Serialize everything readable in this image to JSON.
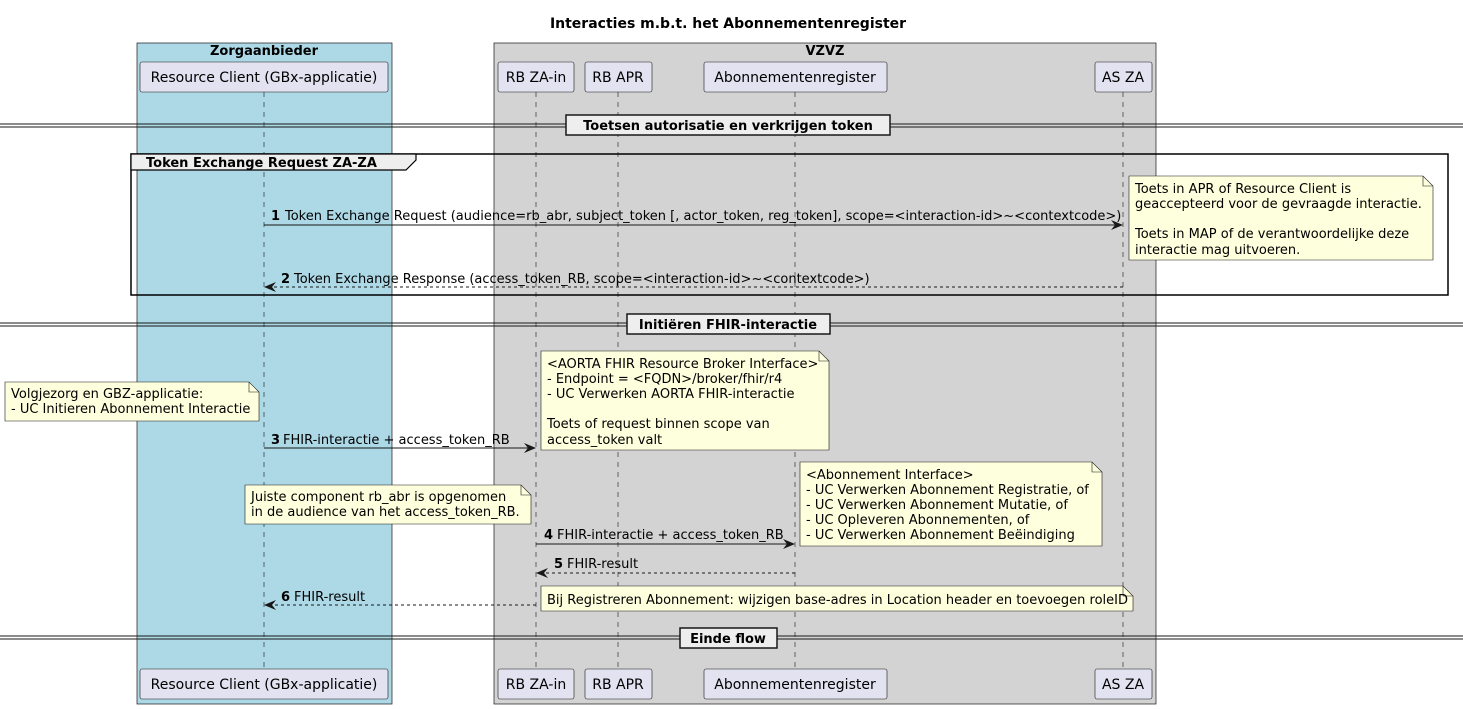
{
  "title": "Interacties m.b.t. het Abonnementenregister",
  "boxes": {
    "zorgaanbieder": "Zorgaanbieder",
    "vzvz": "VZVZ"
  },
  "participants": {
    "rc": "Resource Client (GBx-applicatie)",
    "rbzain": "RB ZA-in",
    "rbapr": "RB APR",
    "abon": "Abonnementenregister",
    "asza": "AS ZA"
  },
  "separators": {
    "s1": "Toetsen autorisatie en verkrijgen token",
    "s2": "Initiëren FHIR-interactie",
    "s3": "Einde flow"
  },
  "group": {
    "label": "Token Exchange Request ZA-ZA"
  },
  "messages": {
    "m1": {
      "num": "1",
      "text": "Token Exchange Request (audience=rb_abr, subject_token [, actor_token, reg_token], scope=<interaction-id>~<contextcode>)"
    },
    "m2": {
      "num": "2",
      "text": "Token Exchange Response (access_token_RB, scope=<interaction-id>~<contextcode>)"
    },
    "m3": {
      "num": "3",
      "text": "FHIR-interactie + access_token_RB"
    },
    "m4": {
      "num": "4",
      "text": "FHIR-interactie + access_token_RB"
    },
    "m5": {
      "num": "5",
      "text": "FHIR-result"
    },
    "m6": {
      "num": "6",
      "text": "FHIR-result"
    }
  },
  "notes": {
    "n_as": [
      "Toets in APR of Resource Client is",
      "geaccepteerd voor de gevraagde interactie.",
      "",
      "Toets in MAP of de verantwoordelijke deze",
      "interactie mag uitvoeren."
    ],
    "n_aorta": [
      "<AORTA FHIR Resource Broker Interface>",
      "- Endpoint = <FQDN>/broker/fhir/r4",
      "- UC Verwerken AORTA FHIR-interactie",
      "",
      "Toets of request binnen scope van",
      "access_token valt"
    ],
    "n_volg": [
      "Volgjezorg en GBZ-applicatie:",
      "- UC Initieren Abonnement Interactie"
    ],
    "n_abon": [
      "<Abonnement Interface>",
      "- UC Verwerken Abonnement Registratie, of",
      "- UC Verwerken Abonnement Mutatie, of",
      "- UC Opleveren Abonnementen, of",
      "- UC Verwerken Abonnement Beëindiging"
    ],
    "n_juiste": [
      "Juiste component rb_abr is opgenomen",
      "in de audience van het access_token_RB."
    ],
    "n_bij": [
      "Bij Registreren Abonnement: wijzigen base-adres in Location header en toevoegen roleID"
    ]
  },
  "colors": {
    "zorgaanbieder_bg": "#ADD8E6",
    "vzvz_bg": "#D3D3D3",
    "participant_bg": "#E2E2F0",
    "note_bg": "#FEFFDD"
  }
}
